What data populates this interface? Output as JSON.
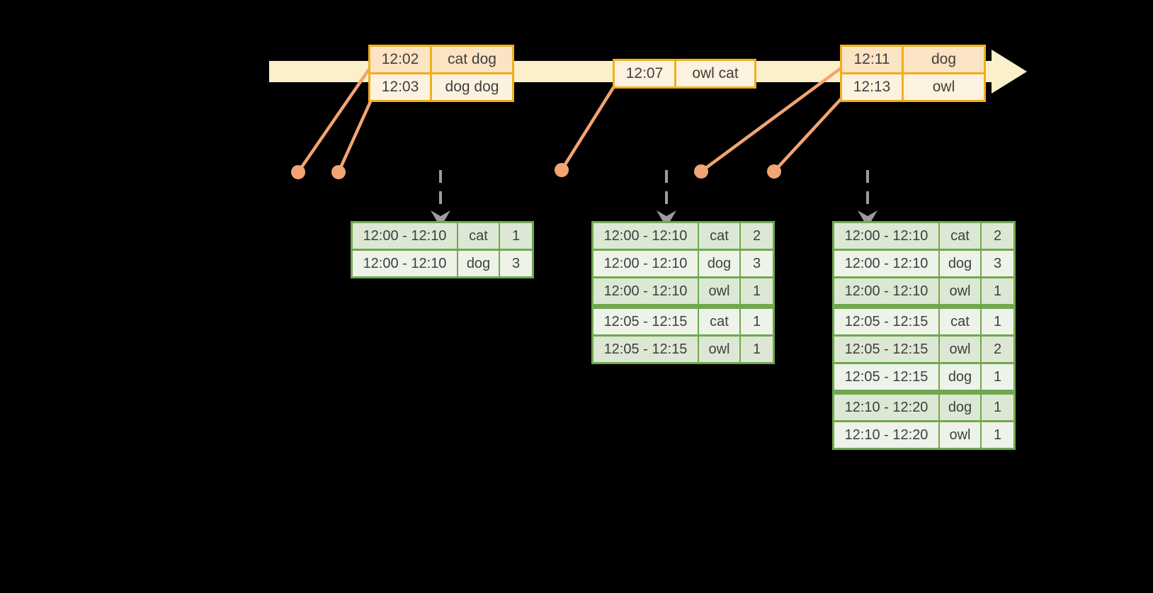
{
  "colors": {
    "background": "#000000",
    "timeline_band": "#fcf0cb",
    "event_table_border": "#f0af1a",
    "event_row_dark": "#fbe3c4",
    "event_row_light": "#fdf2df",
    "connector_salmon": "#f2a472",
    "trigger_arrow_gray": "#9c9c9c",
    "result_table_border": "#71a84f",
    "result_row_dark": "#dce8d4",
    "result_row_light": "#eef3ea",
    "cell_text": "#3f3f3f"
  },
  "icons": {
    "timeline_head": "right-block-arrow",
    "event_marker": "filled-circle-dot",
    "trigger": "dashed-down-arrow"
  },
  "timeline": {
    "event_tables": [
      {
        "rows": [
          {
            "time": "12:02",
            "words": "cat dog"
          },
          {
            "time": "12:03",
            "words": "dog dog"
          }
        ]
      },
      {
        "rows": [
          {
            "time": "12:07",
            "words": "owl cat"
          }
        ]
      },
      {
        "rows": [
          {
            "time": "12:11",
            "words": "dog"
          },
          {
            "time": "12:13",
            "words": "owl"
          }
        ]
      }
    ]
  },
  "result_tables": [
    {
      "rows": [
        {
          "window": "12:00 - 12:10",
          "word": "cat",
          "count": "1"
        },
        {
          "window": "12:00 - 12:10",
          "word": "dog",
          "count": "3"
        }
      ]
    },
    {
      "rows": [
        {
          "window": "12:00 - 12:10",
          "word": "cat",
          "count": "2"
        },
        {
          "window": "12:00 - 12:10",
          "word": "dog",
          "count": "3"
        },
        {
          "window": "12:00 - 12:10",
          "word": "owl",
          "count": "1"
        },
        {
          "window": "12:05 - 12:15",
          "word": "cat",
          "count": "1"
        },
        {
          "window": "12:05 - 12:15",
          "word": "owl",
          "count": "1"
        }
      ]
    },
    {
      "rows": [
        {
          "window": "12:00 - 12:10",
          "word": "cat",
          "count": "2"
        },
        {
          "window": "12:00 - 12:10",
          "word": "dog",
          "count": "3"
        },
        {
          "window": "12:00 - 12:10",
          "word": "owl",
          "count": "1"
        },
        {
          "window": "12:05 - 12:15",
          "word": "cat",
          "count": "1"
        },
        {
          "window": "12:05 - 12:15",
          "word": "owl",
          "count": "2"
        },
        {
          "window": "12:05 - 12:15",
          "word": "dog",
          "count": "1"
        },
        {
          "window": "12:10 - 12:20",
          "word": "dog",
          "count": "1"
        },
        {
          "window": "12:10 - 12:20",
          "word": "owl",
          "count": "1"
        }
      ]
    }
  ]
}
